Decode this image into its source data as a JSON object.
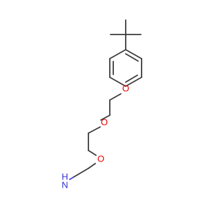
{
  "structure": {
    "atom_labels": {
      "oxygen_aryl_ether": "O",
      "oxygen_middle_ether": "O",
      "oxygen_lower_ether": "O",
      "amine_h": "H",
      "amine_n": "N"
    },
    "colors": {
      "bond": "#3a3a3a",
      "oxygen": "#e60000",
      "nitrogen": "#2f2fd0",
      "background": "#ffffff"
    }
  }
}
